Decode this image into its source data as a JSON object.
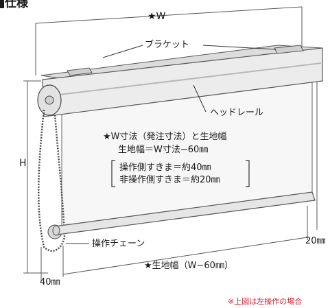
{
  "title": "仕様",
  "labels": {
    "w": "★W",
    "bracket": "ブラケット",
    "headrail": "ヘッドレール",
    "h": "H",
    "chain": "操作チェーン",
    "right_gap": "20㎜",
    "fabric_width": "★生地幅（W−60㎜）",
    "left_gap": "40㎜"
  },
  "notes": [
    "★W寸法（発注寸法）と生地幅",
    "生地幅＝W寸法−60㎜",
    "操作側すきま＝約40㎜",
    "非操作側すきま＝約20㎜"
  ],
  "footnote": "※上図は左操作の場合",
  "colors": {
    "accent": "#d81e2c",
    "rail": "#e6e6e6",
    "line": "#333333"
  }
}
